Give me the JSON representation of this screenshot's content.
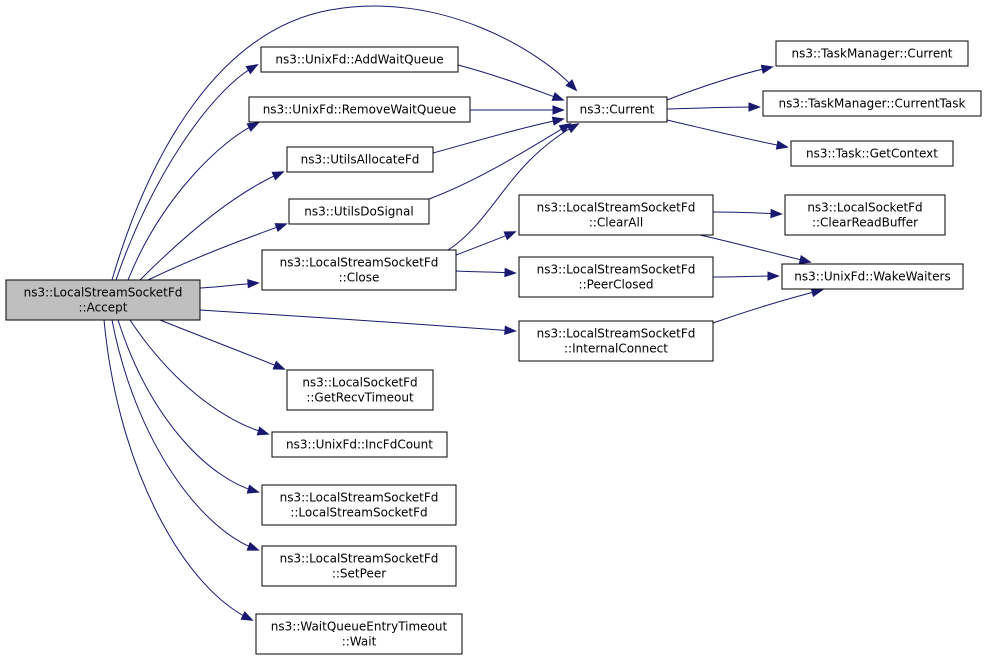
{
  "nodes": {
    "accept": {
      "lines": [
        "ns3::LocalStreamSocketFd",
        "::Accept"
      ],
      "root": true
    },
    "addWaitQueue": {
      "lines": [
        "ns3::UnixFd::AddWaitQueue"
      ]
    },
    "removeWaitQueue": {
      "lines": [
        "ns3::UnixFd::RemoveWaitQueue"
      ]
    },
    "utilsAllocateFd": {
      "lines": [
        "ns3::UtilsAllocateFd"
      ]
    },
    "utilsDoSignal": {
      "lines": [
        "ns3::UtilsDoSignal"
      ]
    },
    "close": {
      "lines": [
        "ns3::LocalStreamSocketFd",
        "::Close"
      ]
    },
    "getRecvTimeout": {
      "lines": [
        "ns3::LocalSocketFd",
        "::GetRecvTimeout"
      ]
    },
    "incFdCount": {
      "lines": [
        "ns3::UnixFd::IncFdCount"
      ]
    },
    "ctor": {
      "lines": [
        "ns3::LocalStreamSocketFd",
        "::LocalStreamSocketFd"
      ]
    },
    "setPeer": {
      "lines": [
        "ns3::LocalStreamSocketFd",
        "::SetPeer"
      ]
    },
    "wait": {
      "lines": [
        "ns3::WaitQueueEntryTimeout",
        "::Wait"
      ]
    },
    "current": {
      "lines": [
        "ns3::Current"
      ]
    },
    "clearAll": {
      "lines": [
        "ns3::LocalStreamSocketFd",
        "::ClearAll"
      ]
    },
    "peerClosed": {
      "lines": [
        "ns3::LocalStreamSocketFd",
        "::PeerClosed"
      ]
    },
    "internalConnect": {
      "lines": [
        "ns3::LocalStreamSocketFd",
        "::InternalConnect"
      ]
    },
    "tmCurrent": {
      "lines": [
        "ns3::TaskManager::Current"
      ]
    },
    "tmCurrentTask": {
      "lines": [
        "ns3::TaskManager::CurrentTask"
      ]
    },
    "taskGetContext": {
      "lines": [
        "ns3::Task::GetContext"
      ]
    },
    "clearReadBuffer": {
      "lines": [
        "ns3::LocalSocketFd",
        "::ClearReadBuffer"
      ]
    },
    "wakeWaiters": {
      "lines": [
        "ns3::UnixFd::WakeWaiters"
      ]
    }
  },
  "edges": [
    [
      "accept",
      "current"
    ],
    [
      "accept",
      "addWaitQueue"
    ],
    [
      "accept",
      "removeWaitQueue"
    ],
    [
      "accept",
      "utilsAllocateFd"
    ],
    [
      "accept",
      "utilsDoSignal"
    ],
    [
      "accept",
      "close"
    ],
    [
      "accept",
      "internalConnect"
    ],
    [
      "accept",
      "getRecvTimeout"
    ],
    [
      "accept",
      "incFdCount"
    ],
    [
      "accept",
      "ctor"
    ],
    [
      "accept",
      "setPeer"
    ],
    [
      "accept",
      "wait"
    ],
    [
      "addWaitQueue",
      "current"
    ],
    [
      "removeWaitQueue",
      "current"
    ],
    [
      "utilsAllocateFd",
      "current"
    ],
    [
      "utilsDoSignal",
      "current"
    ],
    [
      "close",
      "current"
    ],
    [
      "close",
      "clearAll"
    ],
    [
      "close",
      "peerClosed"
    ],
    [
      "current",
      "tmCurrent"
    ],
    [
      "current",
      "tmCurrentTask"
    ],
    [
      "current",
      "taskGetContext"
    ],
    [
      "clearAll",
      "clearReadBuffer"
    ],
    [
      "clearAll",
      "wakeWaiters"
    ],
    [
      "peerClosed",
      "wakeWaiters"
    ],
    [
      "internalConnect",
      "wakeWaiters"
    ]
  ]
}
